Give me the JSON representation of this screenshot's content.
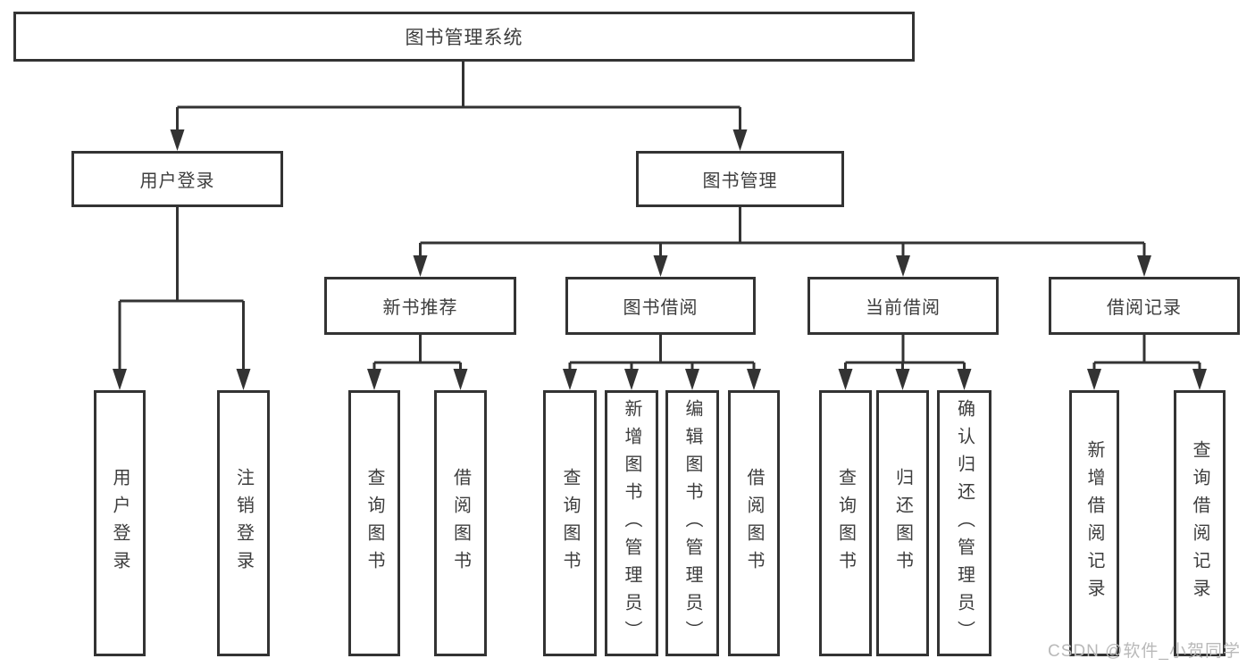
{
  "tree": {
    "label": "图书管理系统",
    "children": [
      {
        "label": "用户登录",
        "children": [
          {
            "label": "用户登录"
          },
          {
            "label": "注销登录"
          }
        ]
      },
      {
        "label": "图书管理",
        "children": [
          {
            "label": "新书推荐",
            "children": [
              {
                "label": "查询图书"
              },
              {
                "label": "借阅图书"
              }
            ]
          },
          {
            "label": "图书借阅",
            "children": [
              {
                "label": "查询图书"
              },
              {
                "label": "新增图书（管理员）"
              },
              {
                "label": "编辑图书（管理员）"
              },
              {
                "label": "借阅图书"
              }
            ]
          },
          {
            "label": "当前借阅",
            "children": [
              {
                "label": "查询图书"
              },
              {
                "label": "归还图书"
              },
              {
                "label": "确认归还（管理员）"
              }
            ]
          },
          {
            "label": "借阅记录",
            "children": [
              {
                "label": "新增借阅记录"
              },
              {
                "label": "查询借阅记录"
              }
            ]
          }
        ]
      }
    ]
  },
  "watermark": "CSDN @软件_小贺同学",
  "colors": {
    "line": "#333333",
    "text": "#3d3d3d",
    "background": "#ffffff",
    "watermark": "#b9b9b9"
  }
}
